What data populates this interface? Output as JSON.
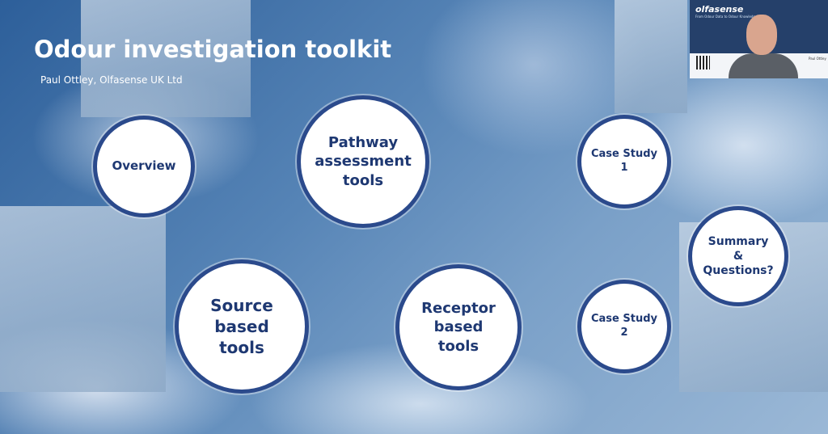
{
  "slide": {
    "title": "Odour investigation toolkit",
    "subtitle": "Paul Ottley, Olfasense UK Ltd"
  },
  "nodes": {
    "overview": "Overview",
    "pathway": "Pathway assessment tools",
    "case1": "Case Study 1",
    "summary": "Summary & Questions?",
    "case2": "Case Study 2",
    "receptor": "Receptor based tools",
    "source": "Source based tools"
  },
  "webcam": {
    "logo": "olfasense",
    "tagline": "From Odour Data to Odour Knowledge",
    "name": "Paul Ottley"
  },
  "colors": {
    "circle_border": "#2b4a8c",
    "circle_text": "#1e3872"
  }
}
